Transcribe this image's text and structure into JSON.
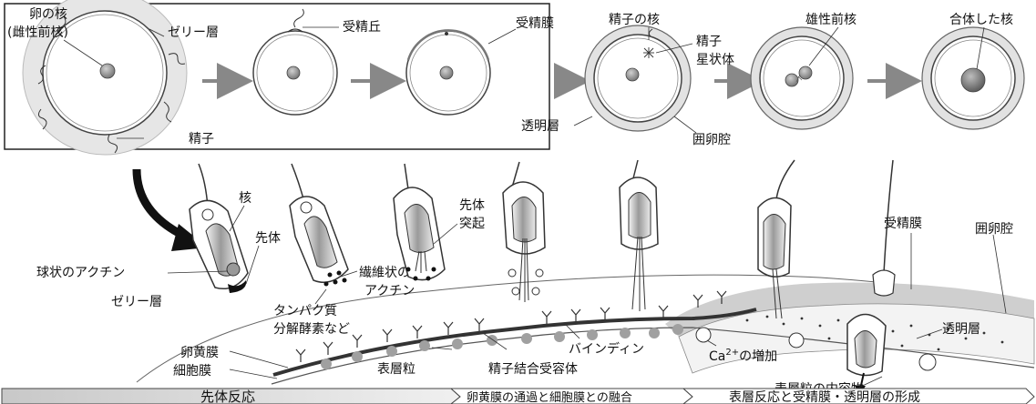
{
  "top_labels": {
    "egg_nucleus_1": "卵の核",
    "egg_nucleus_2": "(雌性前核)",
    "jelly_layer": "ゼリー層",
    "fertilization_cone": "受精丘",
    "fertilization_membrane": "受精膜",
    "sperm_nucleus": "精子の核",
    "sperm_aster_1": "精子",
    "sperm_aster_2": "星状体",
    "male_pronucleus": "雄性前核",
    "fused_nucleus": "合体した核",
    "sperm": "精子",
    "vitelline_layer": "透明層",
    "perivitelline_space": "囲卵腔"
  },
  "bottom_labels": {
    "nucleus": "核",
    "acrosome": "先体",
    "globular_actin": "球状のアクチン",
    "jelly_layer": "ゼリー層",
    "protease_1": "タンパク質",
    "protease_2": "分解酵素など",
    "filamentous_actin_1": "繊維状の",
    "filamentous_actin_2": "アクチン",
    "acrosomal_process_1": "先体",
    "acrosomal_process_2": "突起",
    "vitelline_membrane": "卵黄膜",
    "cell_membrane": "細胞膜",
    "cortical_granule": "表層粒",
    "sperm_receptor": "精子結合受容体",
    "bindin": "バインディン",
    "ca_increase_prefix": "Ca",
    "ca_increase_sup": "2+",
    "ca_increase_suffix": "の増加",
    "fertilization_membrane": "受精膜",
    "perivitelline_space": "囲卵腔",
    "hyaline_layer": "透明層",
    "cortical_contents": "表層粒の内容物"
  },
  "stages": [
    {
      "label": "先体反応"
    },
    {
      "label": "卵黄膜の通過と細胞膜との融合"
    },
    {
      "label": "表層反応と受精膜・透明層の形成"
    }
  ],
  "colors": {
    "arrow_gray": "#888888",
    "membrane_gray": "#9a9a9a",
    "granule_gray": "#a0a0a0",
    "stage_fill": "#d9d9d9"
  }
}
